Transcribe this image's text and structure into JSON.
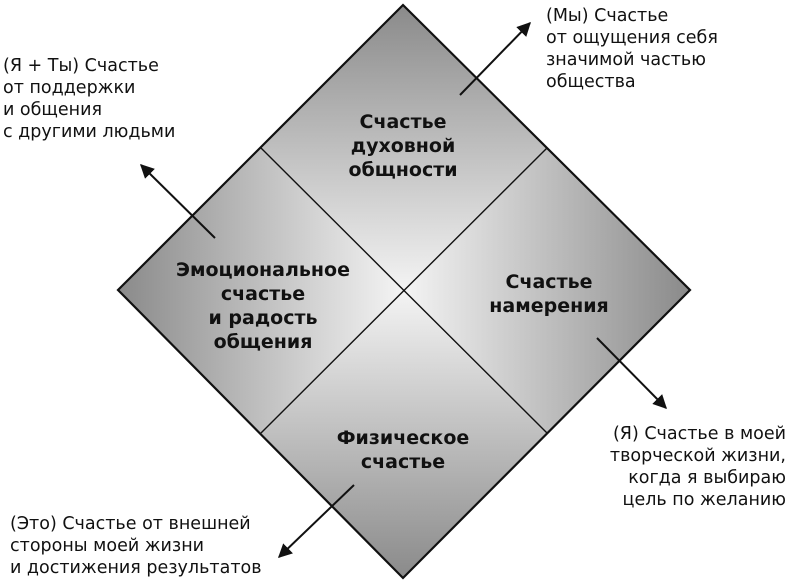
{
  "quadrants": {
    "top": [
      "Счастье",
      "духовной",
      "общности"
    ],
    "left": [
      "Эмоциональное",
      "счастье",
      "и радость",
      "общения"
    ],
    "right": [
      "Счастье",
      "намерения"
    ],
    "bottom": [
      "Физическое",
      "счастье"
    ]
  },
  "outer_labels": {
    "top_right": [
      "(Мы) Счастье",
      "от ощущения себя",
      "значимой частью",
      "общества"
    ],
    "top_left": [
      "(Я + Ты) Счастье",
      "от поддержки",
      "и общения",
      "с другими людьми"
    ],
    "bottom_right": [
      "(Я) Счастье в моей",
      "творческой жизни,",
      "когда я выбираю",
      "цель по желанию"
    ],
    "bottom_left": [
      "(Это) Счастье от внешней",
      "стороны моей жизни",
      "и достижения результатов"
    ]
  },
  "colors": {
    "stroke": "#111111",
    "fill_dark": "#8f8f8f",
    "fill_light": "#f2f2f2"
  }
}
